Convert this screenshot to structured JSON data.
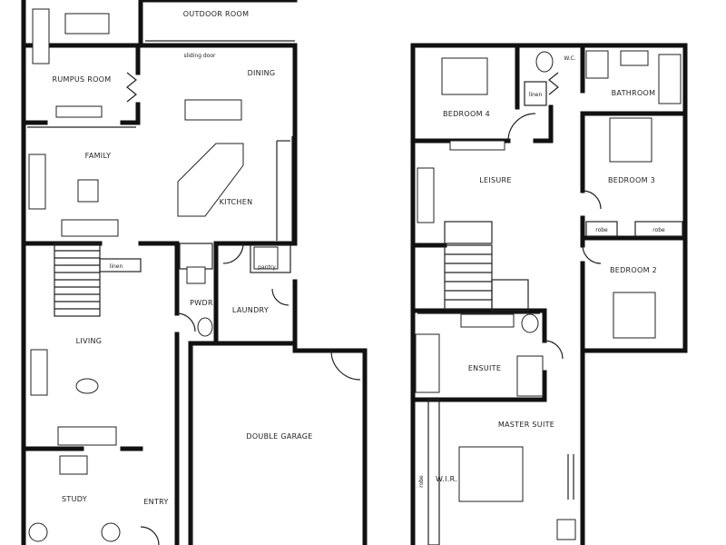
{
  "ground_floor": {
    "rooms": {
      "outdoor_room": "OUTDOOR ROOM",
      "rumpus_room": "RUMPUS ROOM",
      "dining": "DINING",
      "family": "FAMILY",
      "kitchen": "KITCHEN",
      "pwdr": "PWDR",
      "laundry": "LAUNDRY",
      "living": "LIVING",
      "double_garage": "DOUBLE GARAGE",
      "study": "STUDY",
      "entry": "ENTRY"
    },
    "small_labels": {
      "sliding_door": "sliding door",
      "linen": "linen",
      "pantry": "pantry"
    }
  },
  "upper_floor": {
    "rooms": {
      "bedroom4": "BEDROOM 4",
      "wc": "W.C.",
      "bathroom": "BATHROOM",
      "leisure": "LEISURE",
      "bedroom3": "BEDROOM 3",
      "bedroom2": "BEDROOM 2",
      "ensuite": "ENSUITE",
      "master_suite": "MASTER SUITE",
      "wir": "W.I.R."
    },
    "small_labels": {
      "robe_b3": "robe",
      "robe_b2": "robe",
      "linen": "linen",
      "robe_mst": "robe"
    }
  }
}
